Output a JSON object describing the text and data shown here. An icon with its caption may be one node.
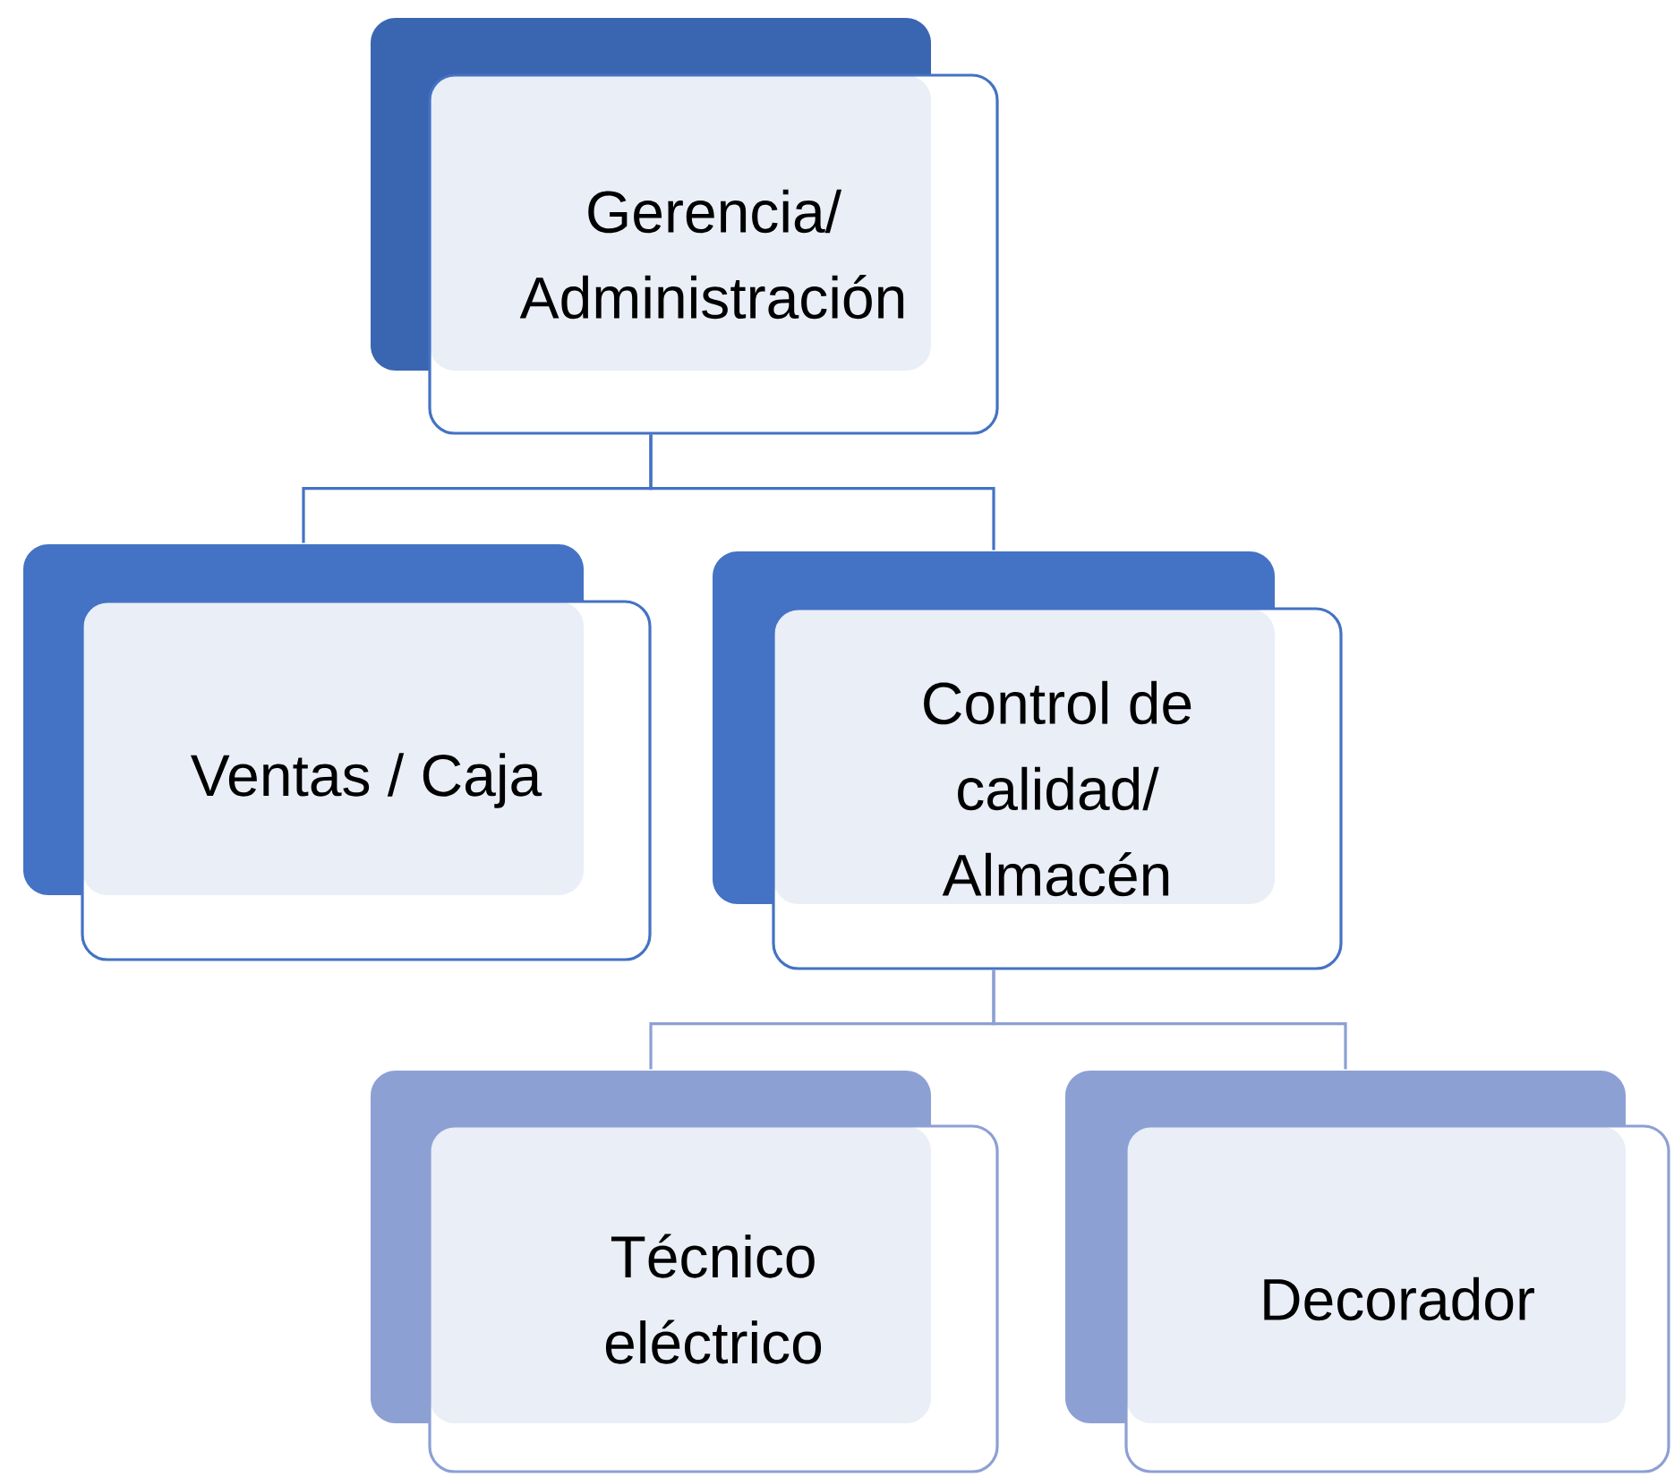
{
  "diagram": {
    "nodes": [
      {
        "text": [
          "Gerencia/ Administración"
        ]
      },
      {
        "text": [
          "Ventas / Caja"
        ]
      },
      {
        "text": [
          "Control de calidad/ Almacén"
        ]
      },
      {
        "text": [
          "Técnico eléctrico"
        ]
      },
      {
        "text": [
          "Decorador"
        ]
      }
    ],
    "edges": [
      {
        "from": 0,
        "to": 1,
        "arrow": "none"
      },
      {
        "from": 0,
        "to": 2,
        "arrow": "none"
      },
      {
        "from": 2,
        "to": 3,
        "arrow": "none"
      },
      {
        "from": 2,
        "to": 4,
        "arrow": "none"
      }
    ]
  }
}
